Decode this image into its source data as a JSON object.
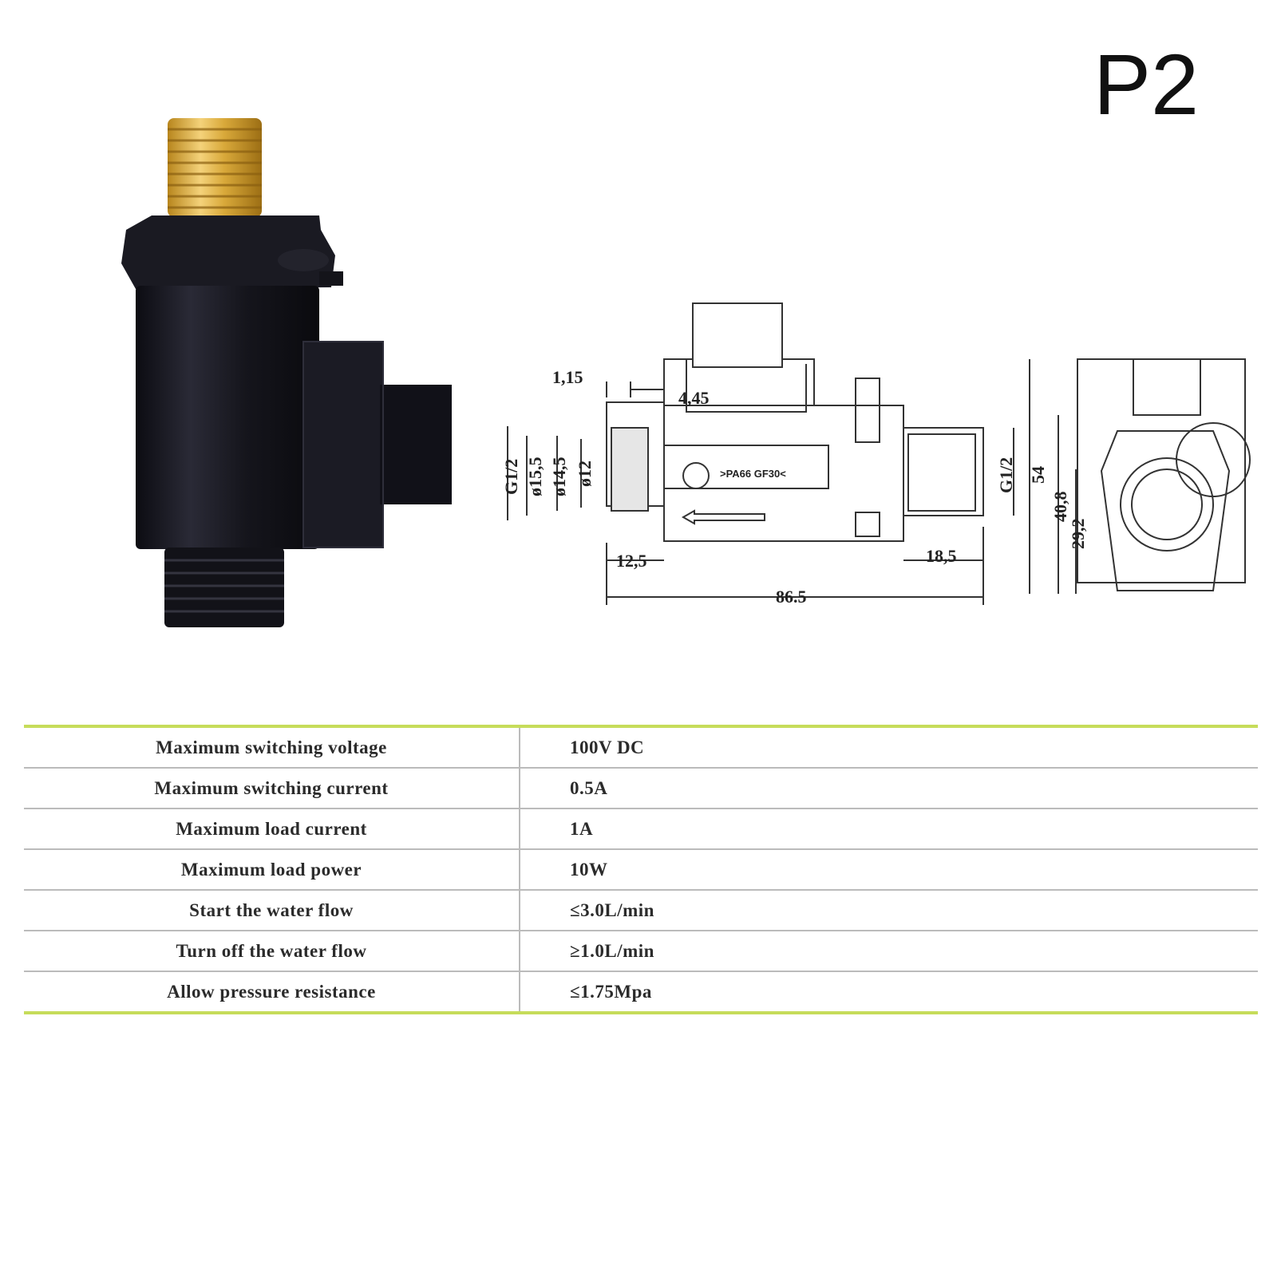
{
  "title": "P2",
  "drawing": {
    "material_mark": ">PA66 GF30<",
    "side_view": {
      "dims": [
        "1,15",
        "4,45",
        "G1/2",
        "ø15,5",
        "ø14,5",
        "ø12",
        "G1/2",
        "12,5",
        "18,5",
        "86.5"
      ]
    },
    "end_view": {
      "dims": [
        "54",
        "40,8",
        "29,2"
      ]
    }
  },
  "specs": [
    {
      "param": "Maximum switching voltage",
      "value": "100V DC"
    },
    {
      "param": "Maximum switching current",
      "value": "0.5A"
    },
    {
      "param": "Maximum load current",
      "value": "1A"
    },
    {
      "param": "Maximum load power",
      "value": "10W"
    },
    {
      "param": "Start the water flow",
      "value": "≤3.0L/min"
    },
    {
      "param": "Turn off the water flow",
      "value": "≥1.0L/min"
    },
    {
      "param": "Allow pressure resistance",
      "value": "≤1.75Mpa"
    }
  ],
  "colors": {
    "table_accent": "#c6dc5a",
    "table_rule": "#bbbbbb",
    "brass": "#d8aa3c",
    "body": "#161620"
  }
}
